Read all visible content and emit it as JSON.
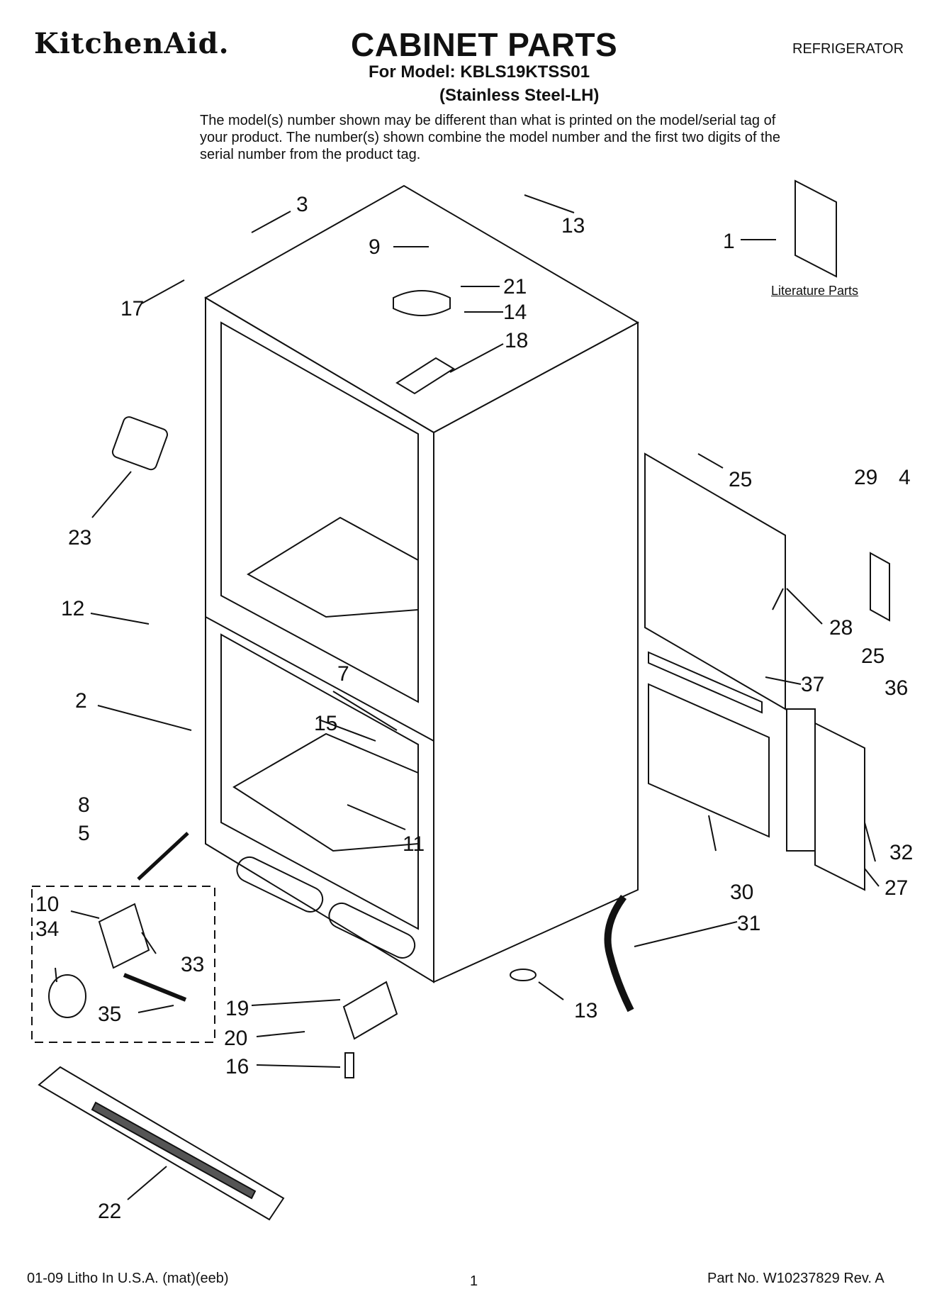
{
  "header": {
    "brand": "KitchenAid.",
    "title": "CABINET PARTS",
    "model_line": "For Model: KBLS19KTSS01",
    "variant": "(Stainless Steel-LH)",
    "category": "REFRIGERATOR",
    "intro": "The model(s) number shown may be different than what is printed on the model/serial tag of your product. The number(s) shown combine the model number and the first two digits of the serial number from the product tag."
  },
  "labels": {
    "literature_parts": "Literature Parts",
    "callouts": [
      "1",
      "2",
      "3",
      "4",
      "5",
      "7",
      "8",
      "9",
      "10",
      "11",
      "12",
      "13",
      "13",
      "14",
      "15",
      "16",
      "17",
      "18",
      "19",
      "20",
      "21",
      "22",
      "23",
      "25",
      "25",
      "27",
      "28",
      "29",
      "30",
      "31",
      "32",
      "33",
      "34",
      "35",
      "36",
      "37"
    ]
  },
  "footer": {
    "print_info": "01-09 Litho In U.S.A. (mat)(eeb)",
    "page": "1",
    "part_no": "Part No. W10237829 Rev. A"
  }
}
